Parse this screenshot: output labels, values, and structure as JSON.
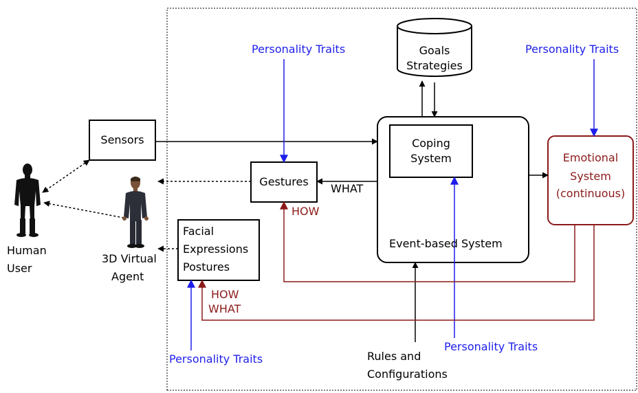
{
  "colors": {
    "line": "#000000",
    "personality": "#1e1eeb",
    "emotional": "#8b1a1a"
  },
  "labels": {
    "personality_top_left": "Personality Traits",
    "personality_top_right": "Personality Traits",
    "personality_bottom_left": "Personality Traits",
    "personality_bottom_right": "Personality Traits",
    "goals_line1": "Goals",
    "goals_line2": "Strategies",
    "sensors": "Sensors",
    "gestures": "Gestures",
    "coping_line1": "Coping",
    "coping_line2": "System",
    "event_based": "Event-based System",
    "emotional_line1": "Emotional",
    "emotional_line2": "System",
    "emotional_line3": "(continuous)",
    "facial_line1": "Facial",
    "facial_line2": "Expressions",
    "facial_line3": "Postures",
    "what_gestures": "WHAT",
    "how_gestures": "HOW",
    "how_facial": "HOW",
    "what_facial": "WHAT",
    "human_line1": "Human",
    "human_line2": "User",
    "agent_line1": "3D Virtual",
    "agent_line2": "Agent",
    "rules_line1": "Rules and",
    "rules_line2": "Configurations"
  },
  "icons": {
    "human": "person-silhouette-icon",
    "agent": "virtual-agent-figure-icon",
    "database": "database-cylinder-icon"
  }
}
